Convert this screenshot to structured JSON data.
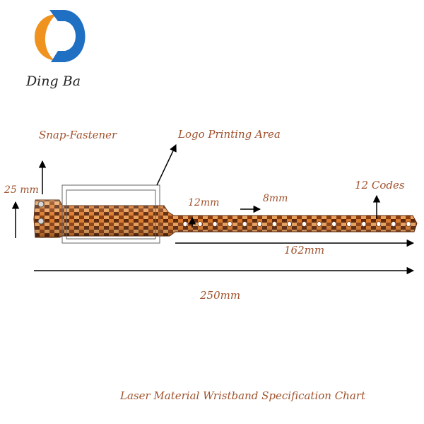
{
  "brand": {
    "name": "Ding Ba",
    "logo_colors": {
      "orange": "#f0921e",
      "blue": "#1f6fc2"
    }
  },
  "annotations": {
    "snap_fastener": "Snap-Fastener",
    "logo_printing_area": "Logo Printing Area",
    "height": "25  mm",
    "hole_offset": "12mm",
    "hole_pitch": "8mm",
    "codes": "12 Codes",
    "strap_length": "162mm",
    "total_length": "250mm"
  },
  "caption": "Laser Material Wristband Specification Chart",
  "colors": {
    "label": "#a0522d",
    "band_dark": "#6e2e08",
    "band_light": "#e08a3a"
  },
  "band": {
    "hole_count": 16
  }
}
